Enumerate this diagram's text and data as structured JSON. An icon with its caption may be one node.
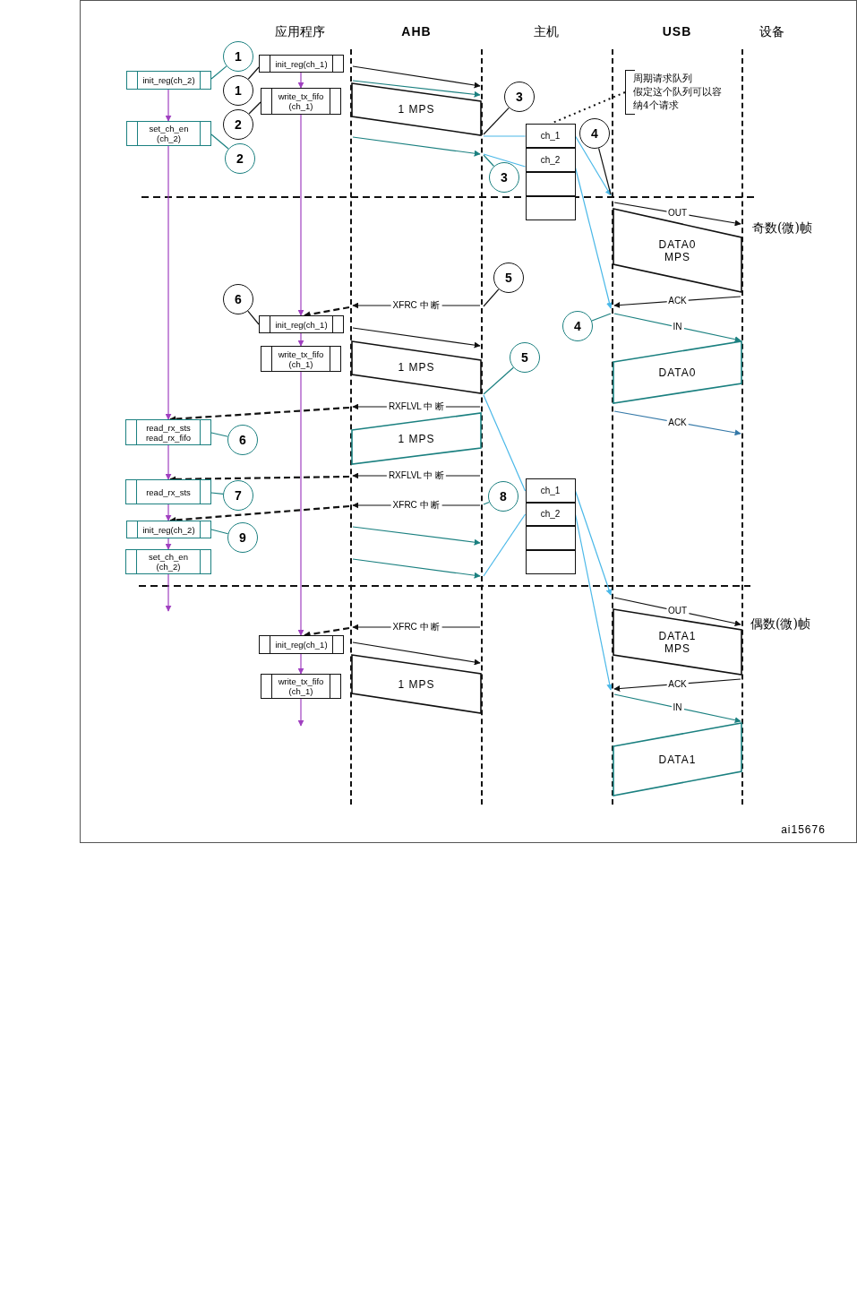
{
  "diagram": {
    "nodes": [
      {
        "text": [],
        "shape": "line"
      },
      {
        "text": [],
        "shape": "line"
      },
      {
        "text": [],
        "shape": "line"
      },
      {
        "text": [],
        "shape": "line"
      },
      {
        "text": [
          "init_reg(ch_1)"
        ]
      },
      {
        "text": [
          "write_tx_fifo (ch_1)"
        ]
      },
      {
        "text": [
          "init_reg(ch_2)"
        ]
      },
      {
        "text": [
          "set_ch_en (ch_2)"
        ]
      },
      {
        "text": [
          "1"
        ]
      },
      {
        "text": [
          "1"
        ]
      },
      {
        "text": [
          "2"
        ]
      },
      {
        "text": [
          "2"
        ]
      },
      {
        "text": [
          "1 MPS"
        ]
      },
      {
        "text": [
          "3"
        ]
      },
      {
        "text": [
          "3"
        ]
      },
      {
        "text": [],
        "shape": "box"
      },
      {
        "text": [
          "ch_1"
        ],
        "in": 15
      },
      {
        "text": [
          "ch_2"
        ],
        "in": 15
      },
      {
        "text": [],
        "shape": "box",
        "in": 15
      },
      {
        "text": [],
        "shape": "box",
        "in": 15
      },
      {
        "text": [
          "周期请求队列",
          "假定这个队列可以容纳4个请求"
        ]
      },
      {
        "text": [
          "4"
        ]
      },
      {
        "text": [
          "DATA0 MPS"
        ]
      },
      {
        "text": [
          "5"
        ]
      },
      {
        "text": [
          "6"
        ]
      },
      {
        "text": [
          "init_reg(ch_1)"
        ]
      },
      {
        "text": [
          "write_tx_fifo (ch_1)"
        ]
      },
      {
        "text": [
          "1 MPS"
        ]
      },
      {
        "text": [
          "4"
        ]
      },
      {
        "text": [
          "5"
        ]
      },
      {
        "text": [
          "DATA0"
        ]
      },
      {
        "text": [
          "read_rx_sts",
          "read_rx_fifo"
        ]
      },
      {
        "text": [
          "6"
        ]
      },
      {
        "text": [
          "1 MPS"
        ]
      },
      {
        "text": [
          "read_rx_sts"
        ]
      },
      {
        "text": [
          "7"
        ]
      },
      {
        "text": [
          "8"
        ]
      },
      {
        "text": [
          "init_reg(ch_2)"
        ]
      },
      {
        "text": [
          "9"
        ]
      },
      {
        "text": [
          "set_ch_en (ch_2)"
        ]
      },
      {
        "text": [],
        "shape": "box"
      },
      {
        "text": [
          "ch_1"
        ],
        "in": 40
      },
      {
        "text": [
          "ch_2"
        ],
        "in": 40
      },
      {
        "text": [],
        "shape": "box",
        "in": 40
      },
      {
        "text": [],
        "shape": "box",
        "in": 40
      },
      {
        "text": [
          "init_reg(ch_1)"
        ]
      },
      {
        "text": [
          "write_tx_fifo (ch_1)"
        ]
      },
      {
        "text": [
          "1 MPS"
        ]
      },
      {
        "text": [
          "DATA1 MPS"
        ]
      },
      {
        "text": [
          "DATA1"
        ]
      }
    ],
    "edges": [
      {
        "from": 8,
        "to": 6,
        "arrow": "none",
        "color": "#1b8080"
      },
      {
        "from": 9,
        "to": 4,
        "arrow": "none"
      },
      {
        "from": 10,
        "to": 5,
        "arrow": "none"
      },
      {
        "from": 11,
        "to": 7,
        "arrow": "none",
        "color": "#1b8080"
      },
      {
        "from": 6,
        "to": 7,
        "arrow": "to",
        "color": "#a040c0"
      },
      {
        "from": 4,
        "to": 5,
        "arrow": "to",
        "color": "#a040c0"
      },
      {
        "from": 0,
        "to": 1,
        "arrow": "to"
      },
      {
        "from": 0,
        "to": 1,
        "arrow": "to",
        "color": "#1b8080"
      },
      {
        "from": 0,
        "to": 1,
        "arrow": "to",
        "color": "#1b8080"
      },
      {
        "from": 13,
        "to": 1,
        "arrow": "none"
      },
      {
        "from": 14,
        "to": 1,
        "arrow": "none",
        "color": "#1b8080"
      },
      {
        "from": 1,
        "to": 16,
        "arrow": "none",
        "color": "#4ab8e8"
      },
      {
        "from": 1,
        "to": 17,
        "arrow": "none",
        "color": "#4ab8e8"
      },
      {
        "from": 16,
        "to": 2,
        "arrow": "to",
        "color": "#4ab8e8"
      },
      {
        "from": 17,
        "to": 2,
        "arrow": "to",
        "color": "#4ab8e8"
      },
      {
        "from": 20,
        "to": 15,
        "arrow": "none",
        "style": "dashed"
      },
      {
        "from": 21,
        "to": 2,
        "arrow": "none"
      },
      {
        "from": 2,
        "to": 3,
        "arrow": "to",
        "label": "OUT"
      },
      {
        "from": 3,
        "to": 2,
        "arrow": "to",
        "label": "ACK"
      },
      {
        "from": 2,
        "to": 3,
        "arrow": "to",
        "label": "IN",
        "color": "#1b8080"
      },
      {
        "from": 28,
        "to": 2,
        "arrow": "none",
        "color": "#1b8080"
      },
      {
        "from": 2,
        "to": 3,
        "arrow": "to",
        "label": "ACK",
        "color": "#3579a8"
      },
      {
        "from": 23,
        "to": 1,
        "arrow": "none"
      },
      {
        "from": 1,
        "to": 0,
        "arrow": "to",
        "label": "XFRC 中 断"
      },
      {
        "from": 0,
        "to": 25,
        "arrow": "to",
        "style": "dashed"
      },
      {
        "from": 5,
        "to": 25,
        "arrow": "to",
        "color": "#a040c0"
      },
      {
        "from": 24,
        "to": 25,
        "arrow": "none"
      },
      {
        "from": 25,
        "to": 26,
        "arrow": "to",
        "color": "#a040c0"
      },
      {
        "from": 0,
        "to": 1,
        "arrow": "to"
      },
      {
        "from": 29,
        "to": 1,
        "arrow": "none",
        "color": "#1b8080"
      },
      {
        "from": 1,
        "to": 41,
        "arrow": "none",
        "color": "#4ab8e8"
      },
      {
        "from": 41,
        "to": 2,
        "arrow": "to",
        "color": "#4ab8e8"
      },
      {
        "from": 1,
        "to": 0,
        "arrow": "to",
        "label": "RXFLVL 中 断"
      },
      {
        "from": 0,
        "to": 31,
        "arrow": "to",
        "style": "dashed"
      },
      {
        "from": 7,
        "to": 31,
        "arrow": "to",
        "color": "#a040c0"
      },
      {
        "from": 32,
        "to": 31,
        "arrow": "none",
        "color": "#1b8080"
      },
      {
        "from": 1,
        "to": 0,
        "arrow": "to",
        "label": "RXFLVL 中 断"
      },
      {
        "from": 0,
        "to": 34,
        "arrow": "to",
        "style": "dashed"
      },
      {
        "from": 31,
        "to": 34,
        "arrow": "to",
        "color": "#a040c0"
      },
      {
        "from": 35,
        "to": 34,
        "arrow": "none",
        "color": "#1b8080"
      },
      {
        "from": 1,
        "to": 0,
        "arrow": "to",
        "label": "XFRC 中 断"
      },
      {
        "from": 36,
        "to": 1,
        "arrow": "none",
        "color": "#1b8080"
      },
      {
        "from": 0,
        "to": 37,
        "arrow": "to",
        "style": "dashed"
      },
      {
        "from": 34,
        "to": 37,
        "arrow": "to",
        "color": "#a040c0"
      },
      {
        "from": 38,
        "to": 37,
        "arrow": "none",
        "color": "#1b8080"
      },
      {
        "from": 37,
        "to": 39,
        "arrow": "to",
        "color": "#a040c0"
      },
      {
        "from": 39,
        "to": null,
        "arrow": "to",
        "color": "#a040c0"
      },
      {
        "from": 0,
        "to": 1,
        "arrow": "to",
        "color": "#1b8080"
      },
      {
        "from": 0,
        "to": 1,
        "arrow": "to",
        "color": "#1b8080"
      },
      {
        "from": 1,
        "to": 42,
        "arrow": "none",
        "color": "#4ab8e8"
      },
      {
        "from": 42,
        "to": 2,
        "arrow": "to",
        "color": "#4ab8e8"
      },
      {
        "from": 2,
        "to": 3,
        "arrow": "to",
        "label": "OUT"
      },
      {
        "from": 3,
        "to": 2,
        "arrow": "to",
        "label": "ACK"
      },
      {
        "from": 2,
        "to": 3,
        "arrow": "to",
        "label": "IN",
        "color": "#1b8080"
      },
      {
        "from": 1,
        "to": 0,
        "arrow": "to",
        "label": "XFRC 中 断"
      },
      {
        "from": 0,
        "to": 45,
        "arrow": "to",
        "style": "dashed"
      },
      {
        "from": 26,
        "to": 45,
        "arrow": "to",
        "color": "#a040c0"
      },
      {
        "from": 0,
        "to": 1,
        "arrow": "to"
      },
      {
        "from": 45,
        "to": 46,
        "arrow": "to",
        "color": "#a040c0"
      },
      {
        "from": 46,
        "to": null,
        "arrow": "to",
        "color": "#a040c0"
      }
    ],
    "labels": [
      "应用程序",
      "AHB",
      "主机",
      "USB",
      "设备",
      "奇数(微)帧",
      "偶数(微)帧",
      "ai15676"
    ]
  }
}
